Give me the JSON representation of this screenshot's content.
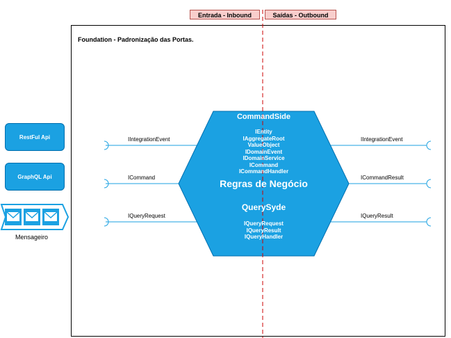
{
  "tags": {
    "inbound": "Entrada - Inbound",
    "outbound": "Saídas - Outbound"
  },
  "frame": {
    "title": "Foundation - Padronização das Portas."
  },
  "clients": {
    "restful": "RestFul Api",
    "graphql": "GraphQL Api",
    "messenger": "Mensageiro"
  },
  "hexagon": {
    "command_title": "CommandSide",
    "command_items": [
      "IEntity",
      "IAggregateRoot",
      "ValueObject",
      "IDomainEvent",
      "IDomainService",
      "ICommand",
      "ICommandHandler"
    ],
    "core_title": "Regras de Negócio",
    "query_title": "QuerySyde",
    "query_items": [
      "IQueryRequest",
      "IQueryResult",
      "IQueryHandler"
    ]
  },
  "ports": {
    "left": [
      "IIntegrationEvent",
      "ICommand",
      "IQueryRequest"
    ],
    "right": [
      "IIntegrationEvent",
      "ICommandResult",
      "IQueryResult"
    ]
  },
  "colors": {
    "hexagon": "#1ba1e2",
    "hexagon_stroke": "#006eaf",
    "tag_fill": "#f8cecc",
    "tag_stroke": "#b85450",
    "divider": "#cc0000"
  }
}
